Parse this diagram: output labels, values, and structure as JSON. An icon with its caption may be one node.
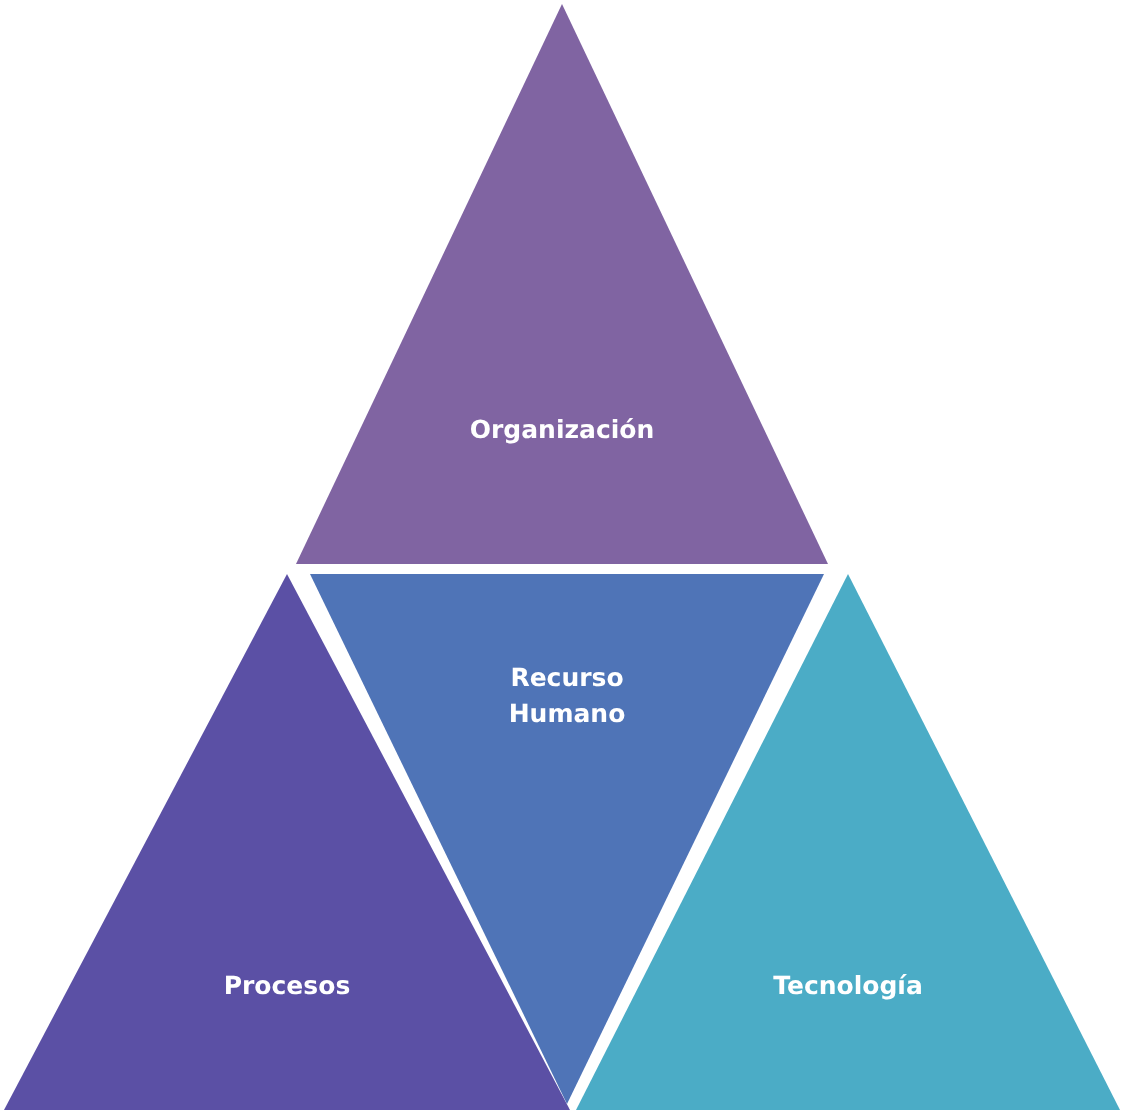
{
  "diagram": {
    "nodes": [
      {
        "text": [
          "Organización"
        ]
      },
      {
        "text": [
          "Procesos"
        ]
      },
      {
        "text": [
          "Recurso Humano"
        ]
      },
      {
        "text": [
          "Tecnología"
        ]
      }
    ]
  }
}
